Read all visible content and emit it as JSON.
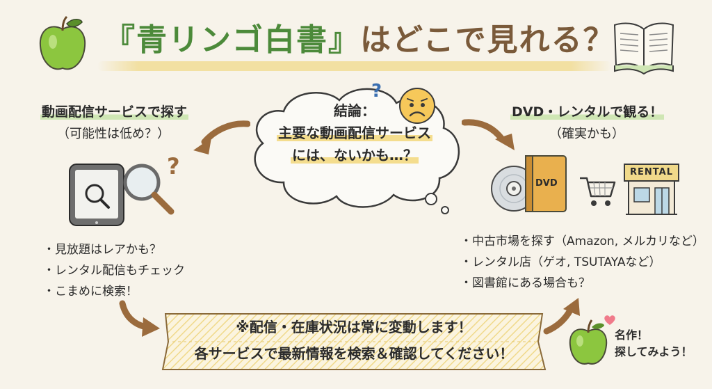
{
  "title": {
    "bracket_open": "『",
    "name": "青リンゴ白書",
    "bracket_close": "』",
    "question": "はどこで見れる？"
  },
  "left": {
    "heading": "動画配信サービスで探す",
    "sub": "（可能性は低め？）",
    "question_mark": "?",
    "bullets": [
      "見放題はレアかも？",
      "レンタル配信もチェック",
      "こまめに検索！"
    ]
  },
  "center": {
    "line1": "結論：",
    "line2": "主要な動画配信サービス",
    "line3": "には、ないかも…？",
    "question_mark": "?"
  },
  "right": {
    "heading": "DVD・レンタルで観る！",
    "sub": "（確実かも）",
    "dvd_label": "DVD",
    "rental_label": "RENTAL",
    "bullets": [
      "中古市場を探す（Amazon, メルカリなど）",
      "レンタル店（ゲオ, TSUTAYAなど）",
      "図書館にある場合も？"
    ]
  },
  "banner": {
    "line1": "※配信・在庫状況は常に変動します！",
    "line2": "各サービスで最新情報を検索＆確認してください！"
  },
  "closing": {
    "line1": "名作！",
    "line2": "探してみよう！"
  },
  "colors": {
    "apple": "#8cc63f",
    "apple_dark": "#5a8f2a",
    "title_green": "#4c8a3a",
    "title_brown": "#7a5a3a",
    "highlight_yellow": "#f4dd8e",
    "highlight_green": "#cfe6b4",
    "arrow_brown": "#9b6b3d"
  }
}
